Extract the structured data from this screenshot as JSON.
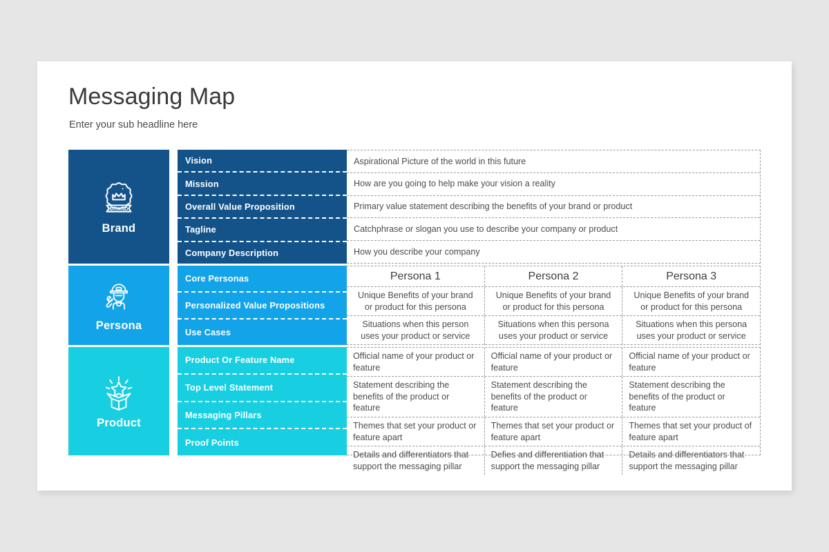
{
  "slide": {
    "title": "Messaging Map",
    "subtitle": "Enter your sub headline here"
  },
  "colors": {
    "background": "#e7e6e7",
    "card": "#ffffff",
    "brand": "#14538a",
    "persona": "#13a3e8",
    "product": "#17cfe0",
    "cell_border": "#9a9a9a",
    "body_text": "#4c4c4c",
    "title_text": "#3a3a3a"
  },
  "sections": {
    "brand": {
      "caption": "Brand",
      "icon": "brand-badge-icon",
      "rows": [
        {
          "label": "Vision",
          "value": "Aspirational Picture of the world in this future"
        },
        {
          "label": "Mission",
          "value": "How are you going to help make your vision a reality"
        },
        {
          "label": "Overall Value Proposition",
          "value": "Primary value statement describing the benefits of your brand or product"
        },
        {
          "label": "Tagline",
          "value": "Catchphrase or slogan you use to describe your company or product"
        },
        {
          "label": "Company Description",
          "value": "How you describe your company"
        }
      ]
    },
    "persona": {
      "caption": "Persona",
      "icon": "worker-wrench-icon",
      "rows": [
        {
          "label": "Core Personas",
          "values": [
            "Persona 1",
            "Persona 2",
            "Persona 3"
          ]
        },
        {
          "label": "Personalized Value Propositions",
          "values": [
            "Unique Benefits of your brand or product for this persona",
            "Unique Benefits of your brand or product for this persona",
            "Unique Benefits of your brand or product for this persona"
          ]
        },
        {
          "label": "Use Cases",
          "values": [
            "Situations when this person uses your product or service",
            "Situations when this persona uses your product or service",
            "Situations when this persona uses your product or service"
          ]
        }
      ]
    },
    "product": {
      "caption": "Product",
      "icon": "open-box-star-icon",
      "rows": [
        {
          "label": "Product Or Feature Name",
          "values": [
            "Official name of your product or feature",
            "Official name of your product or feature",
            "Official name of your product or feature"
          ]
        },
        {
          "label": "Top Level Statement",
          "values": [
            "Statement describing the benefits of the product or feature",
            "Statement describing the benefits of the product or feature",
            "Statement describing the benefits of the product or feature"
          ]
        },
        {
          "label": "Messaging Pillars",
          "values": [
            "Themes that set your product or feature apart",
            "Themes that set your product or feature apart",
            "Themes that set your product of feature apart"
          ]
        },
        {
          "label": "Proof Points",
          "values": [
            "Details and differentiators that support the messaging pillar",
            "Defies and differentiation that support the messaging pillar",
            "Details and differentiators that support the messaging pillar"
          ]
        }
      ]
    }
  }
}
